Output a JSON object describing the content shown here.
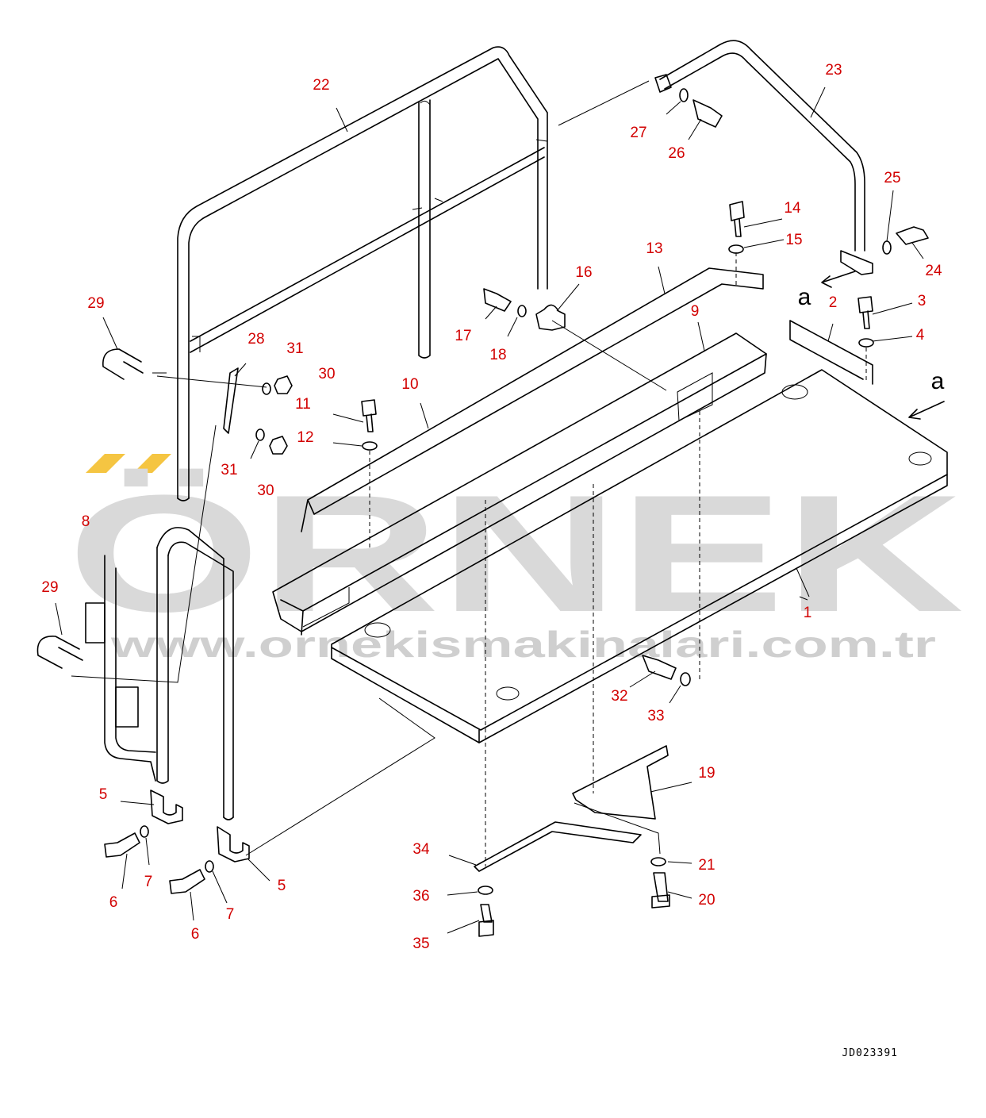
{
  "watermark": {
    "brand": "ÖRNEK",
    "url": "www.ornekismakinalari.com.tr",
    "accent_color": "#f5c542",
    "text_color": "#d9d9d9"
  },
  "drawing_code": "JD023391",
  "view_marks": [
    "a",
    "a"
  ],
  "callouts": [
    "1",
    "2",
    "3",
    "4",
    "5",
    "5",
    "6",
    "6",
    "7",
    "7",
    "8",
    "9",
    "10",
    "11",
    "12",
    "13",
    "14",
    "15",
    "16",
    "17",
    "18",
    "19",
    "20",
    "21",
    "22",
    "23",
    "24",
    "25",
    "26",
    "27",
    "28",
    "29",
    "29",
    "30",
    "30",
    "31",
    "31",
    "32",
    "33",
    "34",
    "35",
    "36"
  ],
  "colors": {
    "callout": "#d20000",
    "line": "#000000",
    "background": "#ffffff"
  }
}
